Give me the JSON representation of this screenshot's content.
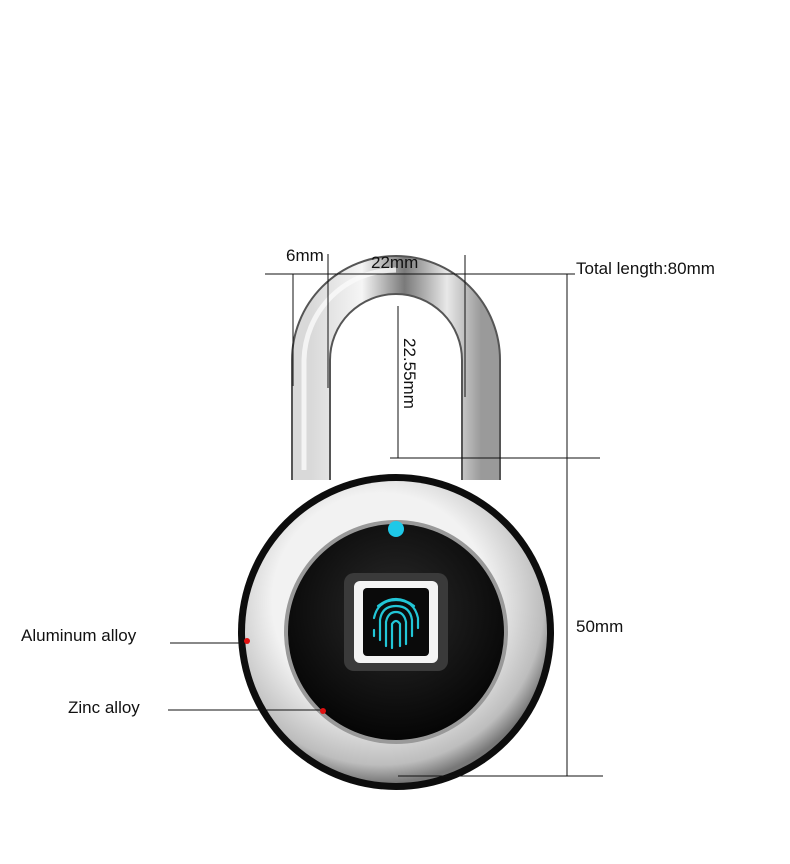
{
  "dimensions": {
    "shackle_thickness": "6mm",
    "shackle_width": "22mm",
    "total_length": "Total length:80mm",
    "shackle_clearance": "22.55mm",
    "body_diameter": "50mm"
  },
  "materials": {
    "outer_ring": "Aluminum alloy",
    "body": "Zinc alloy"
  },
  "colors": {
    "led": "#1ec8e8",
    "fingerprint": "#22c6d6",
    "marker": "#e01010"
  }
}
